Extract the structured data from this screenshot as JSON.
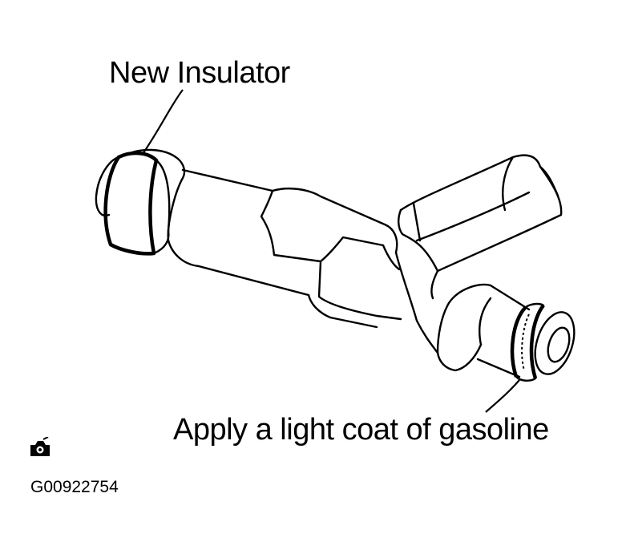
{
  "labels": {
    "new_insulator": "New Insulator",
    "gasoline_note": "Apply a light coat of gasoline"
  },
  "figure_id": "G00922754",
  "icons": {
    "camera": "camera-icon"
  },
  "colors": {
    "line": "#000000",
    "background": "#ffffff"
  }
}
